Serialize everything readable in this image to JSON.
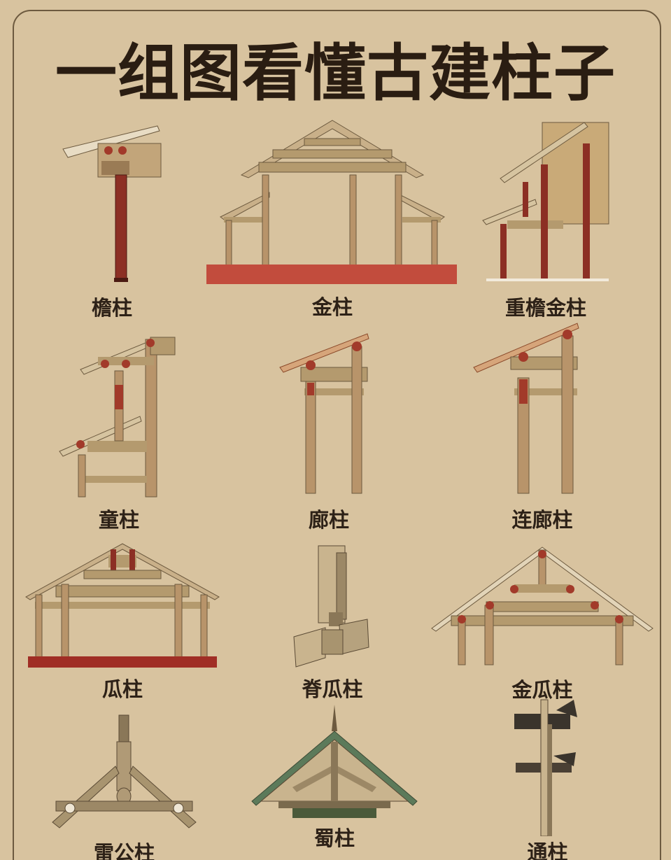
{
  "title": "一组图看懂古建柱子",
  "items": [
    {
      "label": "檐柱"
    },
    {
      "label": "金柱"
    },
    {
      "label": "重檐金柱"
    },
    {
      "label": "童柱"
    },
    {
      "label": "廊柱"
    },
    {
      "label": "连廊柱"
    },
    {
      "label": "瓜柱"
    },
    {
      "label": "脊瓜柱"
    },
    {
      "label": "金瓜柱"
    },
    {
      "label": "雷公柱"
    },
    {
      "label": "蜀柱"
    },
    {
      "label": "通柱"
    }
  ],
  "colors": {
    "background": "#d8c39f",
    "ink": "#2a1d12",
    "pillar_red": "#8c2f24",
    "wood": "#b49a6e",
    "base_red": "#c24c3d"
  }
}
